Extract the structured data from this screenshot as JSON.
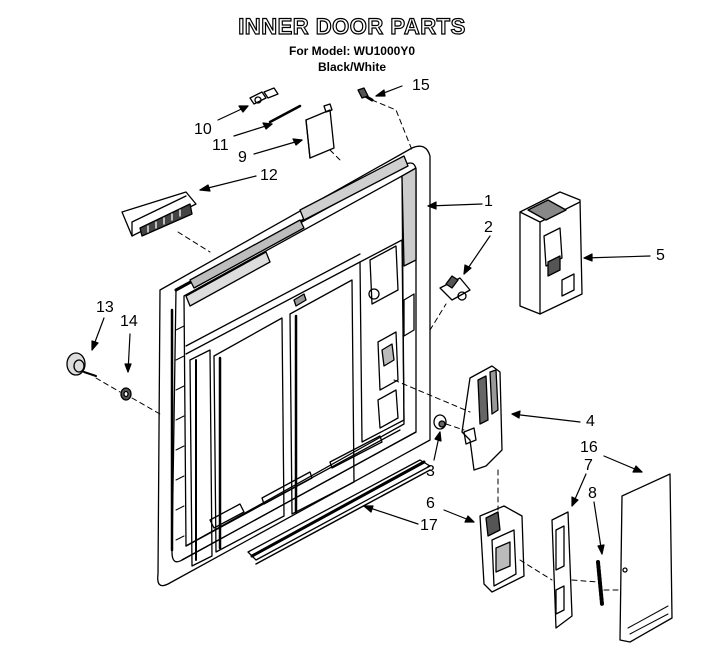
{
  "header": {
    "title": "INNER DOOR PARTS",
    "model_line": "For Model: WU1000Y0",
    "color_line": "Black/White"
  },
  "callouts": {
    "c1": "1",
    "c2": "2",
    "c3": "3",
    "c4": "4",
    "c5": "5",
    "c6": "6",
    "c7": "7",
    "c8": "8",
    "c9": "9",
    "c10": "10",
    "c11": "11",
    "c12": "12",
    "c13": "13",
    "c14": "14",
    "c15": "15",
    "c16": "16",
    "c17": "17"
  },
  "colors": {
    "ink": "#000000",
    "paper": "#ffffff",
    "shade": "#bdbdbd"
  }
}
